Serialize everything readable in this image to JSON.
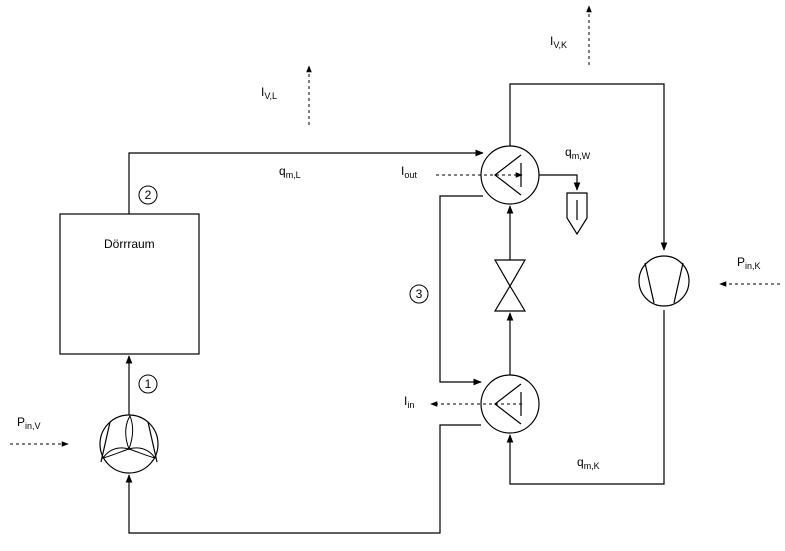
{
  "room": {
    "label": "Dörrraum"
  },
  "markers": {
    "m1": "1",
    "m2": "2",
    "m3": "3"
  },
  "flows": {
    "qmL": {
      "base": "q",
      "sub": "m,L"
    },
    "qmW": {
      "base": "q",
      "sub": "m,W"
    },
    "qmK": {
      "base": "q",
      "sub": "m,K"
    },
    "IVL": {
      "base": "I",
      "sub": "V,L"
    },
    "IVK": {
      "base": "I",
      "sub": "V,K"
    },
    "Iout": {
      "base": "I",
      "sub": "out"
    },
    "Iin": {
      "base": "I",
      "sub": "in"
    },
    "PinV": {
      "base": "P",
      "sub": "in,V"
    },
    "PinK": {
      "base": "P",
      "sub": "in,K"
    }
  }
}
